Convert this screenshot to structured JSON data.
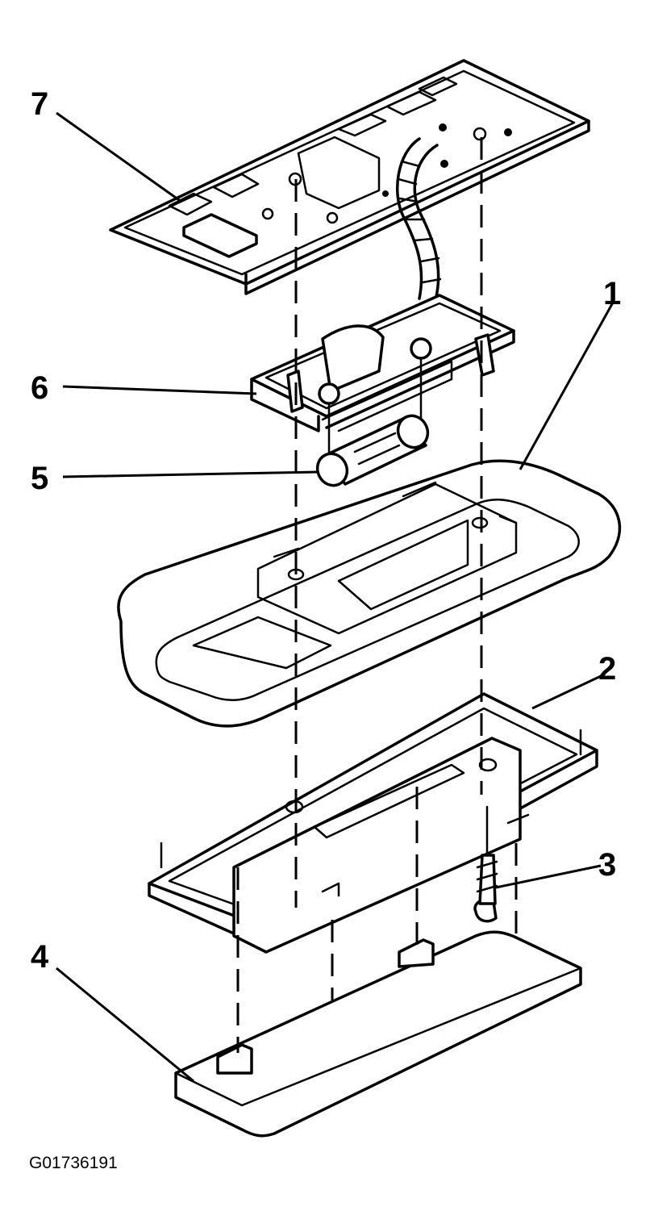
{
  "callouts": [
    {
      "id": "7",
      "label": "7"
    },
    {
      "id": "6",
      "label": "6"
    },
    {
      "id": "5",
      "label": "5"
    },
    {
      "id": "1",
      "label": "1"
    },
    {
      "id": "2",
      "label": "2"
    },
    {
      "id": "3",
      "label": "3"
    },
    {
      "id": "4",
      "label": "4"
    }
  ],
  "figure_id": "G01736191"
}
